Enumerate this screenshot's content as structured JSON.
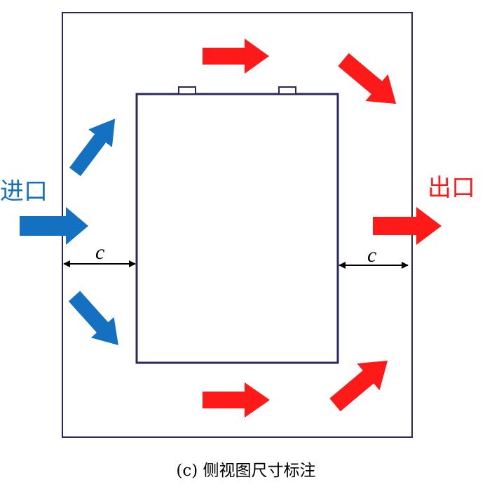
{
  "inlet_label": "进口",
  "outlet_label": "出口",
  "dimension_left": "c",
  "dimension_right": "c",
  "caption": "(c)  侧视图尺寸标注",
  "colors": {
    "inlet_arrow": "#1470c0",
    "outlet_arrow": "#ff1a1a",
    "inlet_text": "#1470c0",
    "outlet_text": "#ff1a1a",
    "outline": "#2b2860"
  }
}
